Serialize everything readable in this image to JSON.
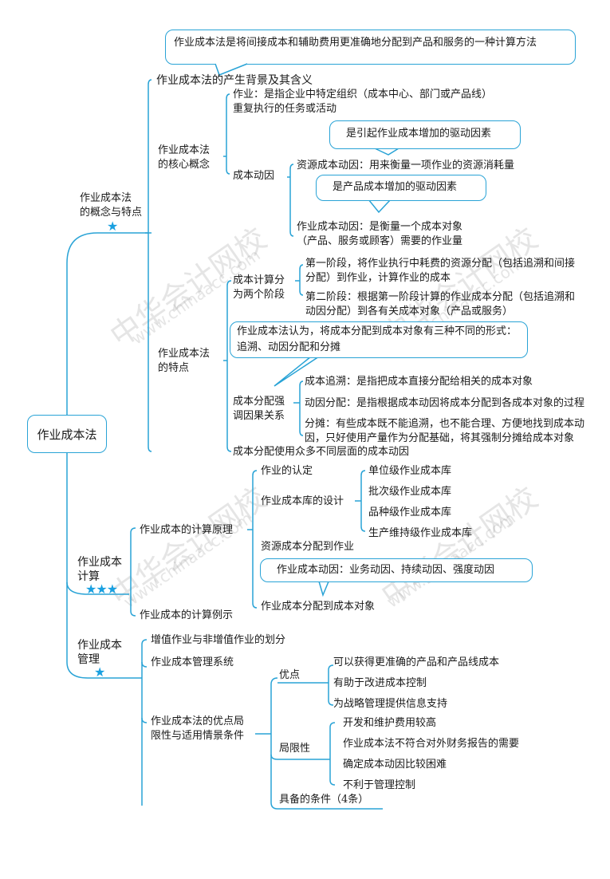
{
  "root": "作业成本法",
  "colors": {
    "line": "#29a3d6",
    "star": "#1aa0e0",
    "text": "#1a1a1a"
  },
  "watermark": {
    "cn": "中华会计网校",
    "url": "www.chinaacc.com"
  },
  "branch1": {
    "label_l1": "作业成本法",
    "label_l2": "的概念与特点",
    "stars": "★",
    "callout_top": "作业成本法是将间接成本和辅助费用更准确地分配到产品和服务的一种计算方法",
    "background": "作业成本法的产生背景及其含义",
    "core": {
      "label_l1": "作业成本法",
      "label_l2": "的核心概念",
      "activity_l1": "作业：是指企业中特定组织（成本中心、部门或产品线）",
      "activity_l2": "重复执行的任务或活动",
      "driver_label": "成本动因",
      "callout_resource": "是引起作业成本增加的驱动因素",
      "resource_driver": "资源成本动因：用来衡量一项作业的资源消耗量",
      "callout_activity": "是产品成本增加的驱动因素",
      "activity_driver_l1": "作业成本动因：是衡量一个成本对象",
      "activity_driver_l2": "（产品、服务或顾客）需要的作业量"
    },
    "features": {
      "label_l1": "作业成本法",
      "label_l2": "的特点",
      "stages_label_l1": "成本计算分",
      "stages_label_l2": "为两个阶段",
      "stage1_l1": "第一阶段，将作业执行中耗费的资源分配（包括追溯和间接",
      "stage1_l2": "分配）到作业，计算作业的成本",
      "stage2_l1": "第二阶段：根据第一阶段计算的作业成本分配（包括追溯和",
      "stage2_l2": "动因分配）到各有关成本对象（产品或服务）",
      "callout_forms_l1": "作业成本法认为，将成本分配到成本对象有三种不同的形式：",
      "callout_forms_l2": "追溯、动因分配和分摊",
      "causal_label_l1": "成本分配强",
      "causal_label_l2": "调因果关系",
      "trace": "成本追溯：是指把成本直接分配给相关的成本对象",
      "driver_alloc": "动因分配：是指根据成本动因将成本分配到各成本对象的过程",
      "apportion_l1": "分摊：有些成本既不能追溯，也不能合理、方便地找到成本动",
      "apportion_l2": "因，只好使用产量作为分配基础，将其强制分摊给成本对象",
      "multi_level": "成本分配使用众多不同层面的成本动因"
    }
  },
  "branch2": {
    "label_l1": "作业成本",
    "label_l2": "计算",
    "stars": "★★★",
    "principle": "作业成本的计算原理",
    "identify": "作业的认定",
    "pool_design": "作业成本库的设计",
    "pools": [
      "单位级作业成本库",
      "批次级作业成本库",
      "品种级作业成本库",
      "生产维持级作业成本库"
    ],
    "resource_to_activity": "资源成本分配到作业",
    "callout_drivers": "作业成本动因：业务动因、持续动因、强度动因",
    "activity_to_object": "作业成本分配到成本对象",
    "example": "作业成本的计算例示"
  },
  "branch3": {
    "label_l1": "作业成本",
    "label_l2": "管理",
    "stars": "★",
    "value_added": "增值作业与非增值作业的划分",
    "system": "作业成本管理系统",
    "pros_cons_l1": "作业成本法的优点局",
    "pros_cons_l2": "限性与适用情景条件",
    "pros_label": "优点",
    "pros": [
      "可以获得更准确的产品和产品线成本",
      "有助于改进成本控制",
      "为战略管理提供信息支持"
    ],
    "limits_label": "局限性",
    "limits": [
      "开发和维护费用较高",
      "作业成本法不符合对外财务报告的需要",
      "确定成本动因比较困难",
      "不利于管理控制"
    ],
    "conditions": "具备的条件（4条）"
  }
}
